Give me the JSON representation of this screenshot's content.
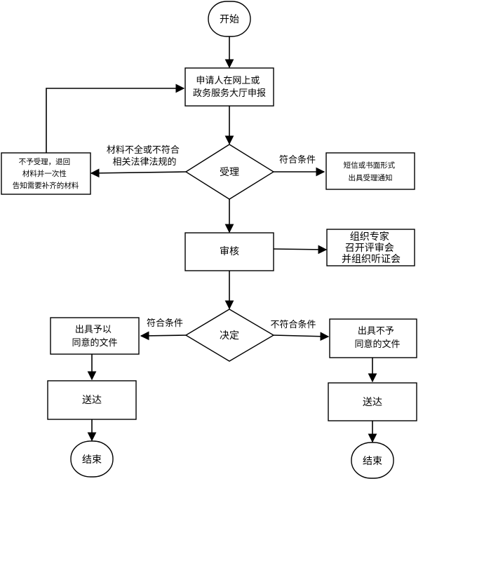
{
  "nodes": {
    "start": {
      "text": "开始"
    },
    "apply": {
      "lines": [
        "申请人在网上或",
        "政务服务大厅申报"
      ]
    },
    "reject": {
      "lines": [
        "不予受理，退回",
        "材料并一次性",
        "告知需要补齐的材料"
      ]
    },
    "accept": {
      "text": "受理"
    },
    "notice": {
      "lines": [
        "短信或书面形式",
        "出具受理通知"
      ]
    },
    "review": {
      "text": "审核"
    },
    "expert": {
      "lines": [
        "组织专家",
        "召开评审会",
        "并组织听证会"
      ]
    },
    "decide": {
      "text": "决定"
    },
    "approve_doc": {
      "lines": [
        "出具予以",
        "同意的文件"
      ]
    },
    "deny_doc": {
      "lines": [
        "出具不予",
        "同意的文件"
      ]
    },
    "deliver_left": {
      "text": "送达"
    },
    "deliver_right": {
      "text": "送达"
    },
    "end_left": {
      "text": "结束"
    },
    "end_right": {
      "text": "结束"
    }
  },
  "edges": {
    "reject_condition": [
      "材料不全或不符合",
      "相关法律法规的"
    ],
    "accept_condition": "符合条件",
    "decide_yes": "符合条件",
    "decide_no": "不符合条件"
  }
}
